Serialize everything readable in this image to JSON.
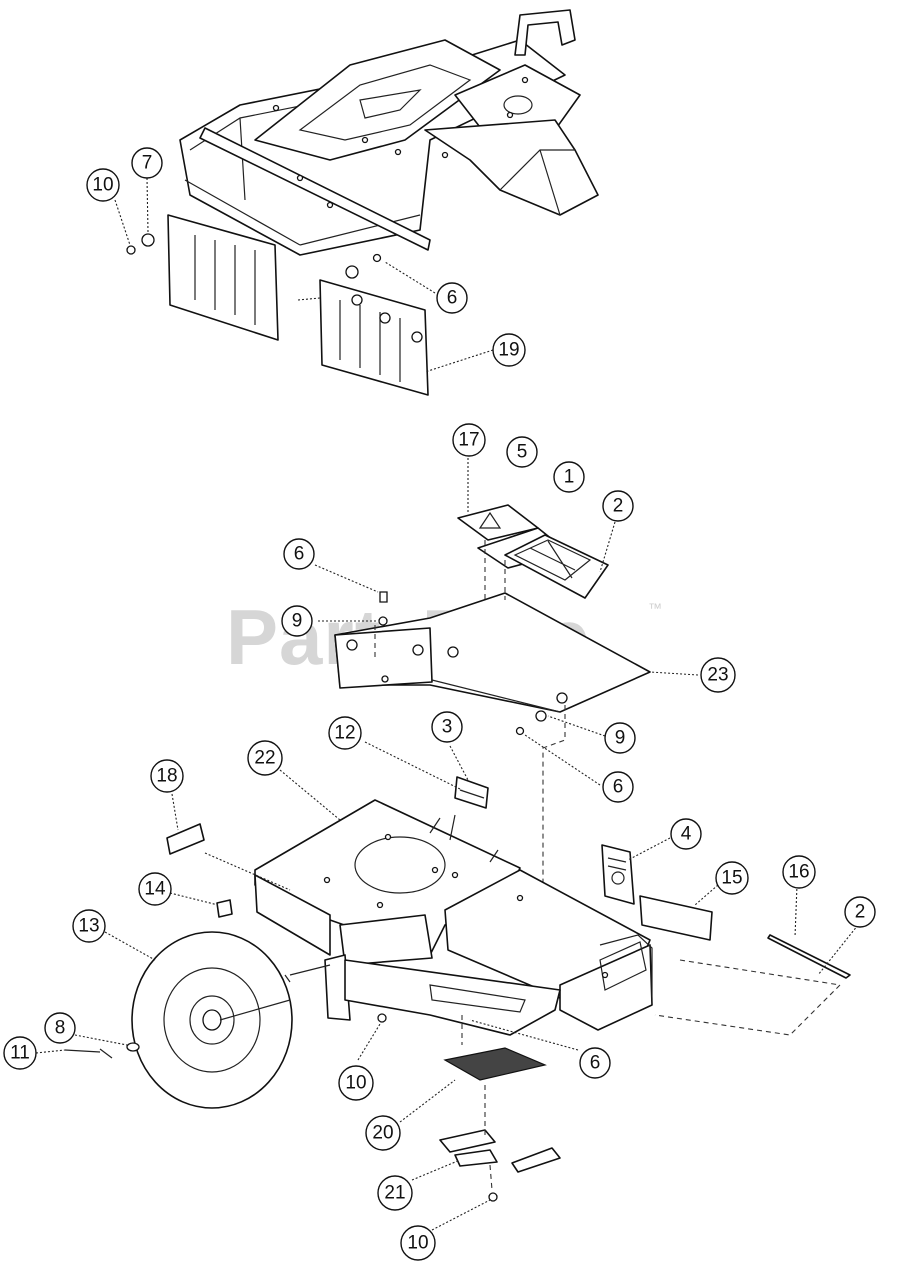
{
  "watermark": {
    "text": "PartsTree",
    "trademark": "™"
  },
  "callouts": {
    "c10a": "10",
    "c7": "7",
    "c6a": "6",
    "c19": "19",
    "c17": "17",
    "c5": "5",
    "c1": "1",
    "c2a": "2",
    "c6b": "6",
    "c9a": "9",
    "c23": "23",
    "c12": "12",
    "c3": "3",
    "c9b": "9",
    "c6c": "6",
    "c18": "18",
    "c22": "22",
    "c4": "4",
    "c15": "15",
    "c16": "16",
    "c2b": "2",
    "c14": "14",
    "c13": "13",
    "c8": "8",
    "c11": "11",
    "c10b": "10",
    "c6d": "6",
    "c20": "20",
    "c21": "21",
    "c10c": "10"
  }
}
